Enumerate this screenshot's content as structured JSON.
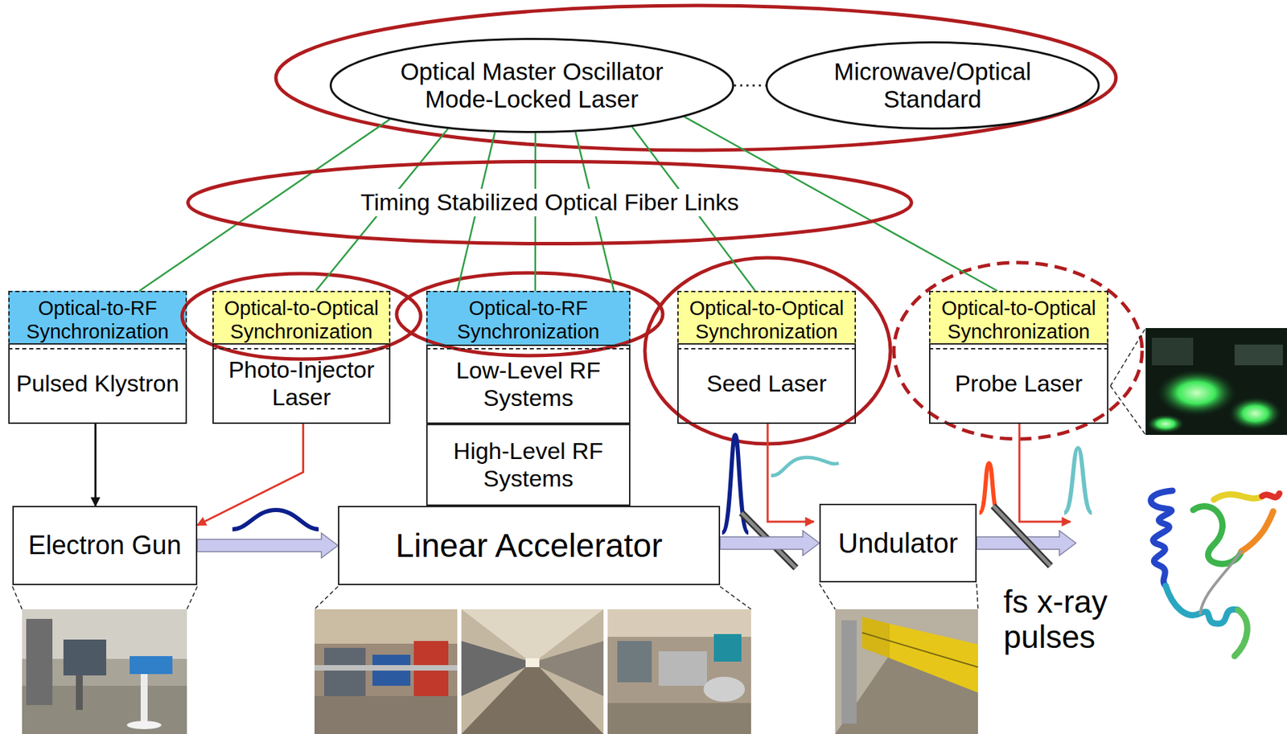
{
  "diagram": {
    "nodes": [
      {
        "text": [
          "Optical Master Oscillator Mode-Locked Laser"
        ]
      },
      {
        "text": [
          "Microwave/Optical Standard"
        ]
      },
      {
        "text": [
          "Timing Stabilized Optical Fiber Links"
        ]
      },
      {
        "text": [
          "Optical-to-RF Synchronization"
        ]
      },
      {
        "text": [
          "Pulsed Klystron"
        ]
      },
      {
        "text": [
          "Optical-to-Optical Synchronization"
        ]
      },
      {
        "text": [
          "Photo-Injector Laser"
        ]
      },
      {
        "text": [
          "Optical-to-RF Synchronization"
        ]
      },
      {
        "text": [
          "Low-Level RF Systems"
        ]
      },
      {
        "text": [
          "High-Level RF Systems"
        ]
      },
      {
        "text": [
          "Optical-to-Optical Synchronization"
        ]
      },
      {
        "text": [
          "Seed Laser"
        ]
      },
      {
        "text": [
          "Optical-to-Optical Synchronization"
        ]
      },
      {
        "text": [
          "Probe Laser"
        ]
      },
      {
        "text": [
          "Electron Gun"
        ]
      },
      {
        "text": [
          "Linear Accelerator"
        ]
      },
      {
        "text": [
          "Undulator"
        ]
      }
    ],
    "edges": [
      {
        "from": 0,
        "to": 1,
        "arrow": "none"
      },
      {
        "from": 0,
        "to": 3,
        "arrow": "none"
      },
      {
        "from": 0,
        "to": 5,
        "arrow": "none"
      },
      {
        "from": 0,
        "to": 7,
        "arrow": "none"
      },
      {
        "from": 0,
        "to": 7,
        "arrow": "none"
      },
      {
        "from": 0,
        "to": 7,
        "arrow": "none"
      },
      {
        "from": 0,
        "to": 10,
        "arrow": "none"
      },
      {
        "from": 0,
        "to": 12,
        "arrow": "none"
      },
      {
        "from": 4,
        "to": 14,
        "arrow": "to"
      },
      {
        "from": 6,
        "to": 14,
        "arrow": "to"
      },
      {
        "from": 14,
        "to": 15,
        "arrow": "to"
      },
      {
        "from": 15,
        "to": 16,
        "arrow": "to"
      }
    ],
    "labels": [
      "fs x-ray pulses"
    ]
  }
}
